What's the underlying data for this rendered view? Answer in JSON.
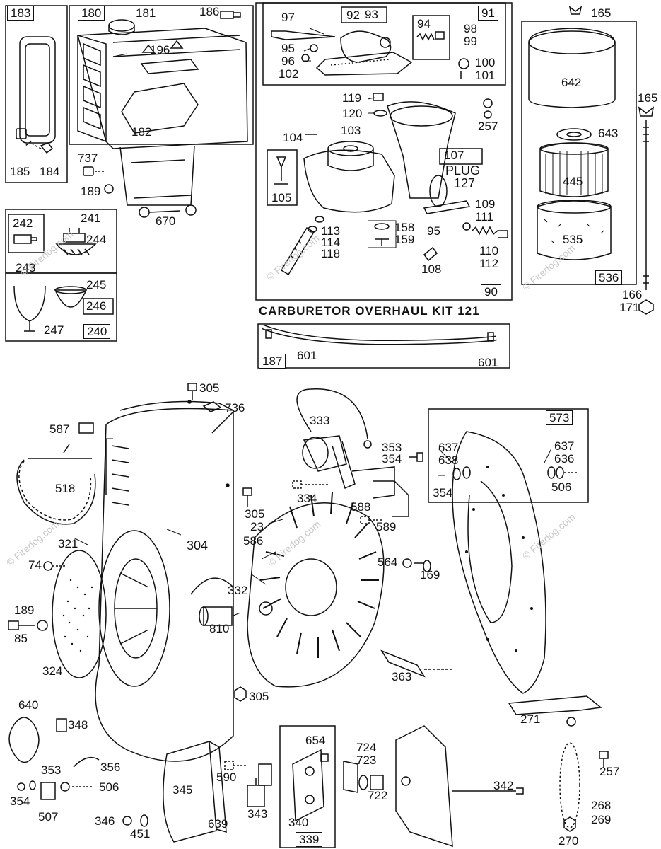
{
  "watermark": "© Firedog.com",
  "kit_title": "CARBURETOR OVERHAUL KIT 121",
  "plug_label": "PLUG",
  "box_numbers": {
    "b183": "183",
    "b180": "180",
    "b91": "91",
    "b92": "92",
    "b94": "94",
    "b107": "107",
    "b105": "105",
    "b90": "90",
    "b536": "536",
    "b241": "241",
    "b242": "242",
    "b246": "246",
    "b240": "240",
    "b187": "187",
    "b573": "573",
    "b339": "339"
  },
  "labels": {
    "l181": "181",
    "l186": "186",
    "l196": "196",
    "l182": "182",
    "l185": "185",
    "l184": "184",
    "l737": "737",
    "l189a": "189",
    "l670": "670",
    "l97": "97",
    "l93": "93",
    "l95a": "95",
    "l96": "96",
    "l102": "102",
    "l98": "98",
    "l99": "99",
    "l100": "100",
    "l101": "101",
    "l119": "119",
    "l120": "120",
    "l257a": "257",
    "l104": "104",
    "l103": "103",
    "l127": "127",
    "l109": "109",
    "l111": "111",
    "l113": "113",
    "l114": "114",
    "l118": "118",
    "l158": "158",
    "l159": "159",
    "l95b": "95",
    "l110": "110",
    "l112": "112",
    "l108": "108",
    "l165a": "165",
    "l642": "642",
    "l165b": "165",
    "l643": "643",
    "l445": "445",
    "l535": "535",
    "l166": "166",
    "l171": "171",
    "l244": "244",
    "l243": "243",
    "l245": "245",
    "l247": "247",
    "l601a": "601",
    "l601b": "601",
    "l305a": "305",
    "l736": "736",
    "l587": "587",
    "l518": "518",
    "l321": "321",
    "l304": "304",
    "l74": "74",
    "l189b": "189",
    "l85": "85",
    "l324": "324",
    "l333": "333",
    "l353a": "353",
    "l354a": "354",
    "l334": "334",
    "l305b": "305",
    "l23": "23",
    "l586": "586",
    "l588": "588",
    "l589": "589",
    "l564": "564",
    "l169": "169",
    "l332": "332",
    "l810": "810",
    "l363": "363",
    "l637a": "637",
    "l638": "638",
    "l354b": "354",
    "l637b": "637",
    "l636": "636",
    "l506a": "506",
    "l305c": "305",
    "l640": "640",
    "l348": "348",
    "l271": "271",
    "l353b": "353",
    "l356": "356",
    "l354c": "354",
    "l506b": "506",
    "l507": "507",
    "l345": "345",
    "l346": "346",
    "l451": "451",
    "l639": "639",
    "l590": "590",
    "l343": "343",
    "l654": "654",
    "l724": "724",
    "l723": "723",
    "l722": "722",
    "l340": "340",
    "l342": "342",
    "l257b": "257",
    "l268": "268",
    "l269": "269",
    "l270": "270"
  }
}
